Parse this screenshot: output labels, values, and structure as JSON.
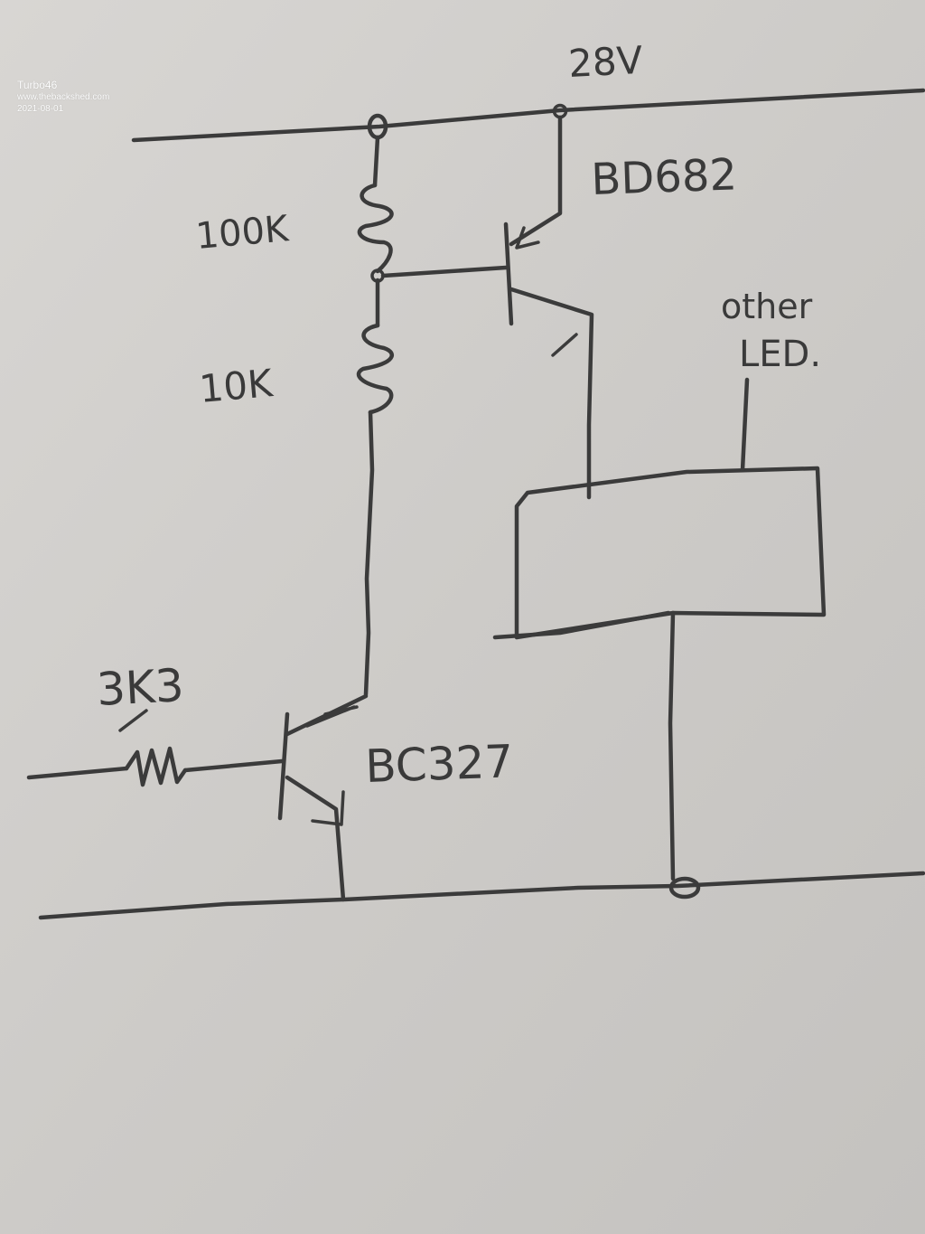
{
  "watermark": {
    "user": "Turbo46",
    "site": "www.thebackshed.com",
    "date": "2021-08-01"
  },
  "labels": {
    "supply": "28V",
    "pnp_transistor": "BD682",
    "r_top": "100K",
    "r_bottom": "10K",
    "other_line1": "other",
    "other_line2": "LED.",
    "r_base": "3K3",
    "npn_transistor": "BC327"
  },
  "colors": {
    "paper": "#cfcdca",
    "pencil": "#3b3b3b",
    "watermark": "#ffffff"
  }
}
